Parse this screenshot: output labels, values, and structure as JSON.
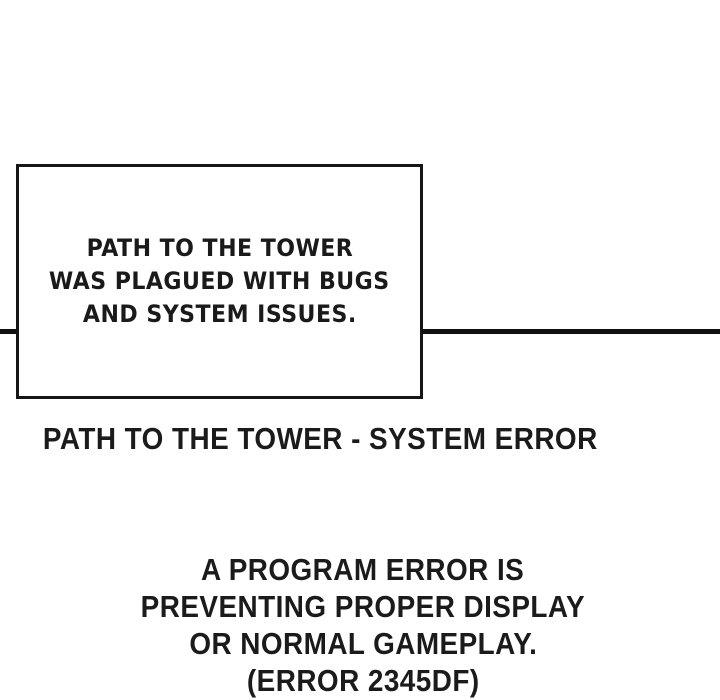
{
  "panel": {
    "speech_box": {
      "lines": [
        "PATH TO THE TOWER",
        "WAS PLAGUED WITH BUGS",
        "AND SYSTEM ISSUES."
      ]
    },
    "caption": {
      "title": "PATH TO THE TOWER - SYSTEM ERROR"
    },
    "error_message": {
      "lines": [
        "A PROGRAM ERROR IS",
        "PREVENTING PROPER DISPLAY",
        "OR NORMAL GAMEPLAY.",
        "(ERROR 2345DF)"
      ],
      "error_code": "2345DF"
    },
    "colors": {
      "background": "#ffffff",
      "ink": "#1a1a1a",
      "rule": "#101010",
      "box_border": "#161616"
    }
  }
}
